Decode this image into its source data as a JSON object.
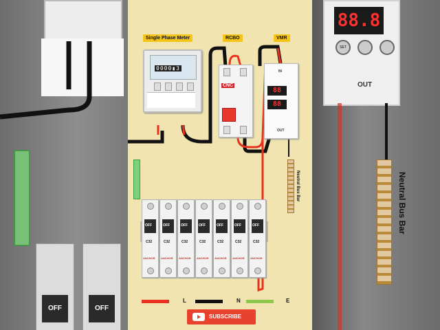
{
  "labels": {
    "meter": "Single Phase Meter",
    "rcbo": "RCBO",
    "vmr": "VMR",
    "neutral_bus_bar": "Neutral Bus Bar"
  },
  "rcbo": {
    "brand": "CNC"
  },
  "vmr": {
    "in": "IN",
    "out": "OUT",
    "display_top": "88",
    "display_bottom": "88"
  },
  "mcbs": [
    {
      "state": "OFF",
      "rating": "C32",
      "brand": "ANCHOR"
    },
    {
      "state": "OFF",
      "rating": "C32",
      "brand": "ANCHOR"
    },
    {
      "state": "OFF",
      "rating": "C32",
      "brand": "ANCHOR"
    },
    {
      "state": "OFF",
      "rating": "C32",
      "brand": "ANCHOR"
    },
    {
      "state": "OFF",
      "rating": "C32",
      "brand": "ANCHOR"
    },
    {
      "state": "OFF",
      "rating": "C32",
      "brand": "ANCHOR"
    },
    {
      "state": "OFF",
      "rating": "C32",
      "brand": "ANCHOR"
    }
  ],
  "legend": [
    {
      "key": "L",
      "color": "#e8321e"
    },
    {
      "key": "N",
      "color": "#111111"
    },
    {
      "key": "E",
      "color": "#8cc84b"
    }
  ],
  "subscribe": {
    "label": "SUBSCRIBE"
  },
  "right_panel": {
    "display": "88.8",
    "set": "SET",
    "out": "OUT",
    "bus_label": "Neutral Bus Bar"
  },
  "left_panel": {
    "mcb_state": "OFF"
  },
  "colors": {
    "background": "#f1e4b0",
    "label_bg": "#f5c518",
    "live": "#e8321e",
    "neutral": "#111111",
    "earth": "#8cc84b"
  }
}
